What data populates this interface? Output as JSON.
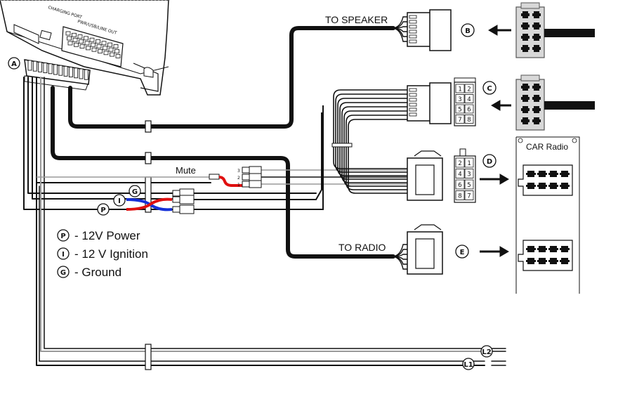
{
  "device": {
    "port_label_charging": "CHARGING PORT",
    "port_label_pwr": "PWR/USB/LINE OUT"
  },
  "labels": {
    "to_speaker": "TO SPEAKER",
    "to_radio": "TO RADIO",
    "mute": "Mute",
    "car_radio": "CAR Radio"
  },
  "mute_pins": [
    "3",
    "2",
    "1"
  ],
  "markers": {
    "A": "A",
    "B": "B",
    "C": "C",
    "D": "D",
    "E": "E",
    "G": "G",
    "I": "I",
    "P": "P",
    "L1": "L1",
    "L2": "L2"
  },
  "legend": [
    {
      "key": "P",
      "text": "- 12V Power"
    },
    {
      "key": "I",
      "text": "- 12 V Ignition"
    },
    {
      "key": "G",
      "text": "- Ground"
    }
  ],
  "connector_c_pins": [
    "1",
    "2",
    "3",
    "4",
    "5",
    "6",
    "7",
    "8"
  ],
  "connector_d_pins": [
    "2",
    "1",
    "4",
    "3",
    "6",
    "5",
    "8",
    "7"
  ],
  "colors": {
    "wire_main": "#111111",
    "wire_gray": "#9a9a9a",
    "power_red": "#e01010",
    "ignition_blue": "#1530d8"
  }
}
